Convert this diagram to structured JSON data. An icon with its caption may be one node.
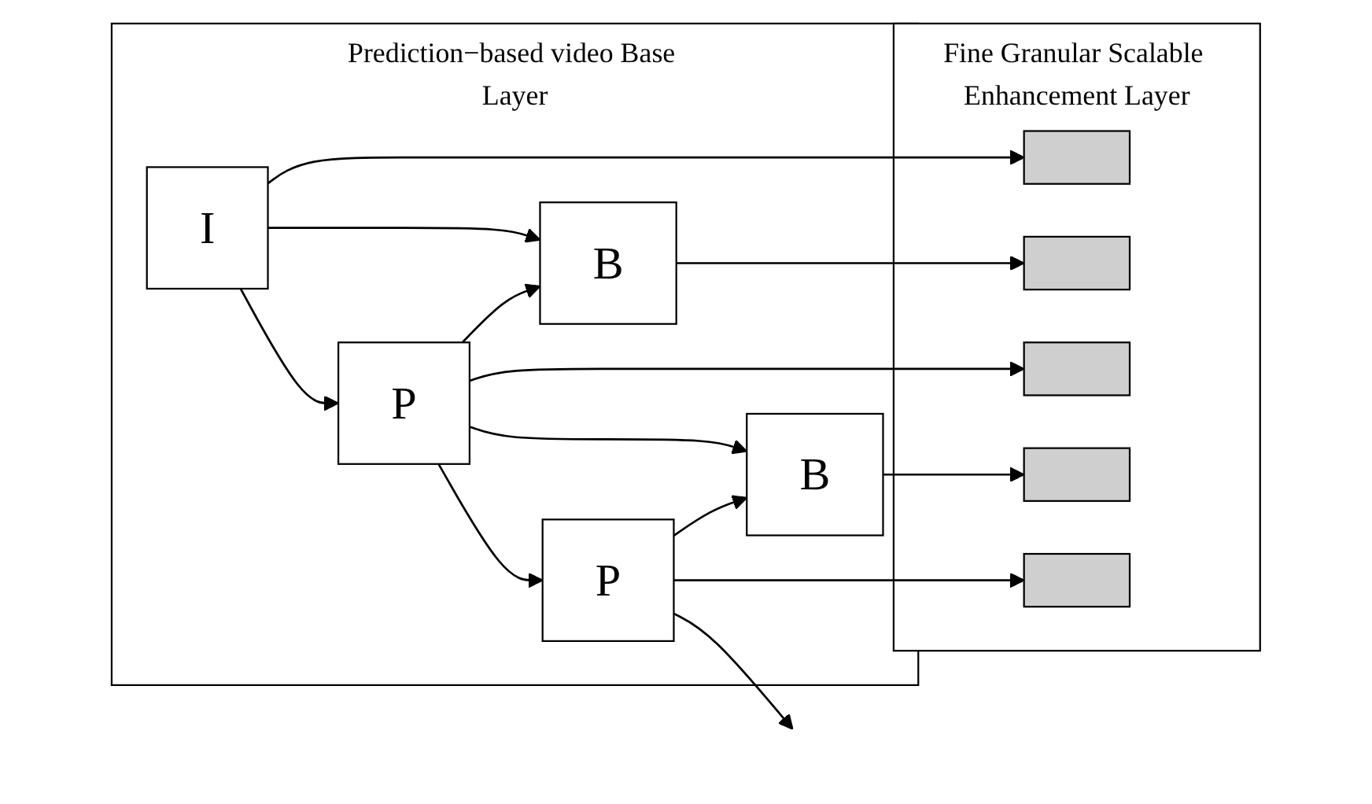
{
  "diagram": {
    "nodes": [
      {
        "text": [
          "Fine Granular Scalable Enhancement Layer"
        ]
      },
      {
        "text": [],
        "shape": "bar",
        "in": 0
      },
      {
        "text": [],
        "shape": "bar",
        "in": 0
      },
      {
        "text": [],
        "shape": "bar",
        "in": 0
      },
      {
        "text": [],
        "shape": "bar",
        "in": 0
      },
      {
        "text": [],
        "shape": "bar",
        "in": 0
      },
      {
        "text": [
          "Prediction−based video Base Layer"
        ]
      },
      {
        "text": [
          "I"
        ],
        "in": 6
      },
      {
        "text": [
          "B"
        ],
        "in": 6
      },
      {
        "text": [
          "P"
        ],
        "in": 6
      },
      {
        "text": [
          "B"
        ],
        "in": 6
      },
      {
        "text": [
          "P"
        ],
        "in": 6
      }
    ],
    "edges": [
      {
        "from": 7,
        "to": 1,
        "arrow": "to"
      },
      {
        "from": 8,
        "to": 2,
        "arrow": "to"
      },
      {
        "from": 9,
        "to": 3,
        "arrow": "to"
      },
      {
        "from": 10,
        "to": 4,
        "arrow": "to"
      },
      {
        "from": 11,
        "to": 5,
        "arrow": "to"
      },
      {
        "from": 7,
        "to": 8,
        "arrow": "to"
      },
      {
        "from": 9,
        "to": 8,
        "arrow": "to"
      },
      {
        "from": 9,
        "to": 10,
        "arrow": "to"
      },
      {
        "from": 11,
        "to": 10,
        "arrow": "to"
      },
      {
        "from": 11,
        "to": null,
        "arrow": "to"
      },
      {
        "from": 7,
        "to": 9,
        "arrow": "to"
      },
      {
        "from": 9,
        "to": 11,
        "arrow": "to"
      }
    ]
  }
}
